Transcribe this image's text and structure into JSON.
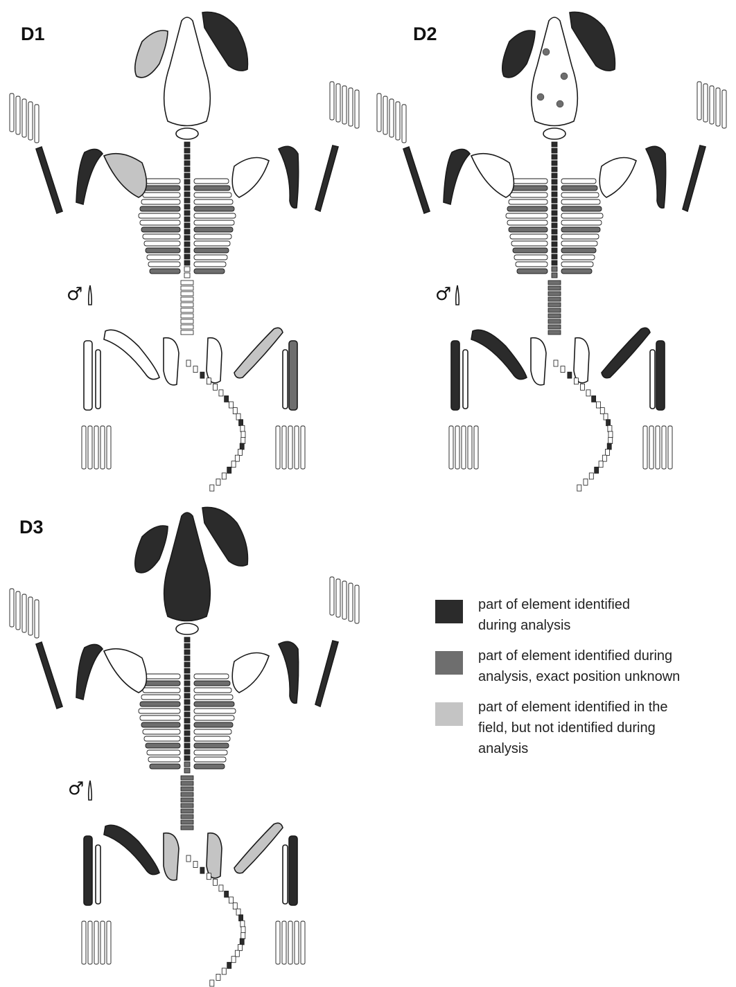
{
  "colors": {
    "identified": "#2b2b2b",
    "unknown_position": "#6e6e6e",
    "field_only": "#c4c4c4",
    "outline": "#1a1a1a",
    "none": "#ffffff"
  },
  "panels": [
    {
      "label": "D1",
      "male_symbol": "♂",
      "fills": {
        "skull": "none",
        "mandible_l": "field_only",
        "mandible_r": "identified",
        "scapula_l": "field_only",
        "scapula_r": "none",
        "humerus": "identified",
        "forearm": "identified",
        "ribs": "mixed",
        "vertebrae": "identified",
        "lumbar": "none",
        "femur_l": "none",
        "femur_r": "field_only",
        "tibia_l": "none",
        "tibia_r": "unknown_position",
        "pelvis": "none",
        "tail": "mixed"
      }
    },
    {
      "label": "D2",
      "male_symbol": "♂",
      "fills": {
        "skull": "mixed",
        "mandible_l": "identified",
        "mandible_r": "identified",
        "scapula_l": "none",
        "scapula_r": "none",
        "humerus": "identified",
        "forearm": "identified",
        "ribs": "mixed",
        "vertebrae": "identified",
        "lumbar": "unknown_position",
        "femur_l": "identified",
        "femur_r": "identified",
        "tibia_l": "identified",
        "tibia_r": "identified",
        "pelvis": "none",
        "tail": "mixed"
      }
    },
    {
      "label": "D3",
      "male_symbol": "♂",
      "fills": {
        "skull": "identified",
        "mandible_l": "identified",
        "mandible_r": "identified",
        "scapula_l": "none",
        "scapula_r": "none",
        "humerus": "identified",
        "forearm": "identified",
        "ribs": "mixed",
        "vertebrae": "identified",
        "lumbar": "unknown_position",
        "femur_l": "identified",
        "femur_r": "field_only",
        "tibia_l": "identified",
        "tibia_r": "identified",
        "pelvis": "field_only",
        "tail": "mixed"
      }
    }
  ],
  "legend": [
    {
      "color": "identified",
      "text_lines": [
        "part of element identified",
        "during analysis"
      ]
    },
    {
      "color": "unknown_position",
      "text_lines": [
        "part of element identified during",
        "analysis, exact position unknown"
      ]
    },
    {
      "color": "field_only",
      "text_lines": [
        "part of element identified in the",
        "field, but not identified during",
        "analysis"
      ]
    }
  ]
}
